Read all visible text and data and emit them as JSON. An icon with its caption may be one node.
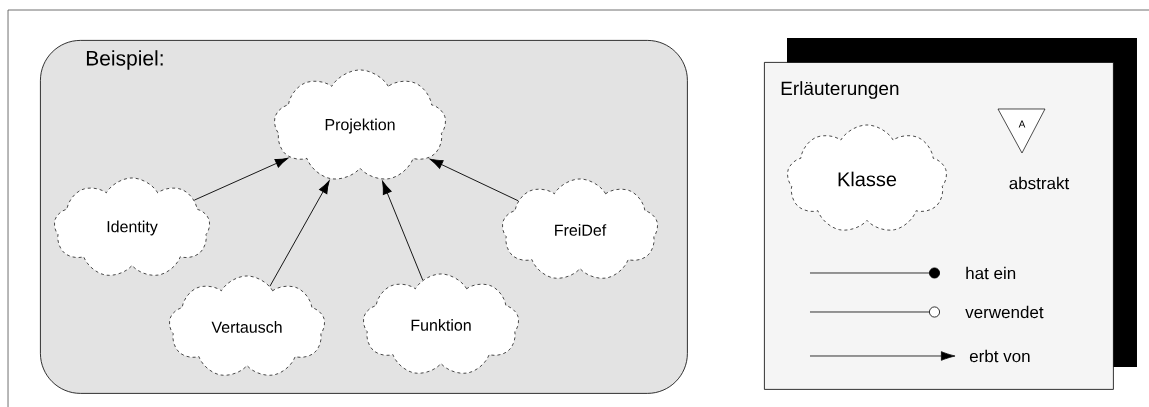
{
  "diagram": {
    "nodes": [
      {
        "text": [
          "Beispiel:"
        ]
      },
      {
        "text": [
          "Projektion"
        ],
        "in": 0
      },
      {
        "text": [
          "Identity"
        ],
        "in": 0
      },
      {
        "text": [
          "Vertausch"
        ],
        "in": 0
      },
      {
        "text": [
          "Funktion"
        ],
        "in": 0
      },
      {
        "text": [
          "FreiDef"
        ],
        "in": 0
      },
      {
        "text": [
          "Erläuterungen"
        ]
      },
      {
        "text": [
          "Klasse"
        ],
        "in": 6
      },
      {
        "text": [
          "A"
        ],
        "in": 6,
        "beside": [
          "abstrakt"
        ]
      }
    ],
    "edges": [
      {
        "from": 2,
        "to": 1,
        "arrow": "to"
      },
      {
        "from": 3,
        "to": 1,
        "arrow": "to"
      },
      {
        "from": 4,
        "to": 1,
        "arrow": "to"
      },
      {
        "from": 5,
        "to": 1,
        "arrow": "to"
      }
    ],
    "legend": [
      {
        "text": "hat ein"
      },
      {
        "text": "verwendet"
      },
      {
        "text": "erbt von"
      }
    ]
  }
}
